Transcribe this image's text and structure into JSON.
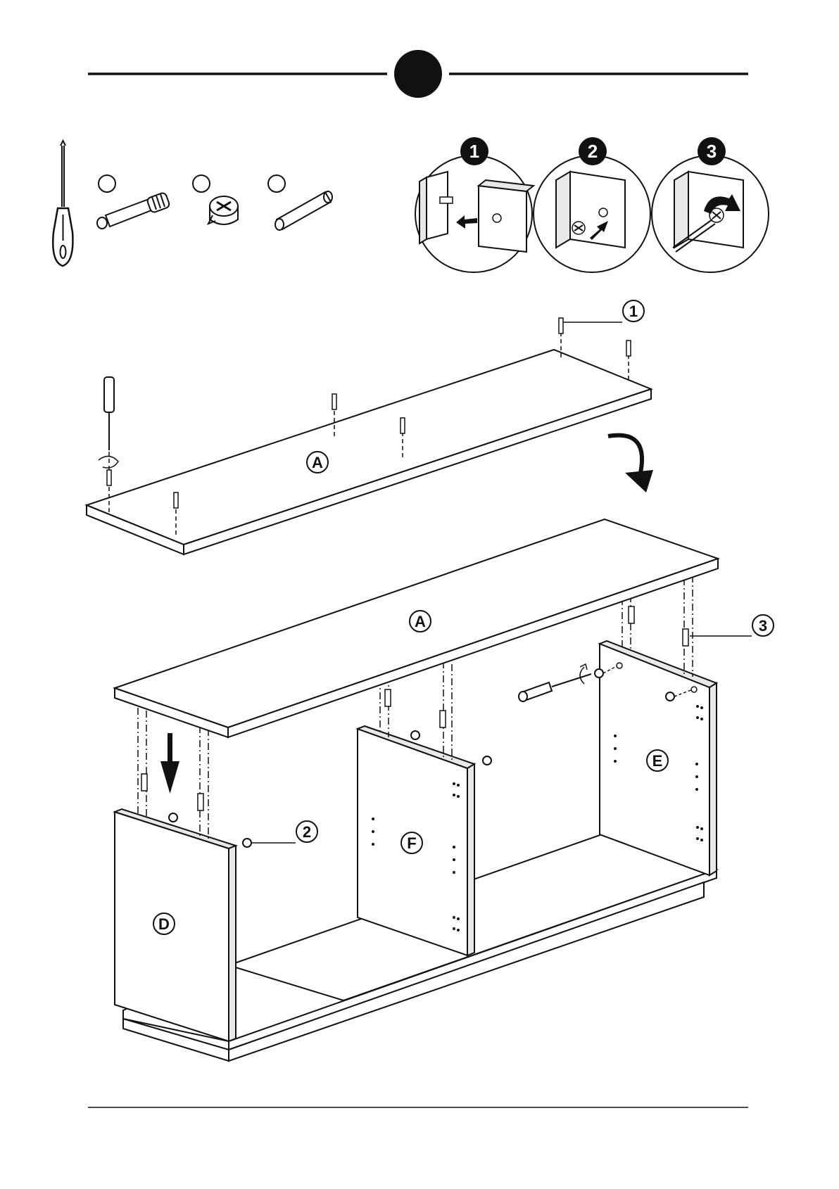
{
  "colors": {
    "ink": "#111111",
    "paper": "#ffffff",
    "shade": "#e8e8e8"
  },
  "detail_steps": [
    "1",
    "2",
    "3"
  ],
  "callouts": {
    "c1": "1",
    "c2": "2",
    "c3": "3"
  },
  "panels": {
    "top": "A",
    "top_lower": "A",
    "side_left": "D",
    "divider": "F",
    "side_right": "E"
  }
}
